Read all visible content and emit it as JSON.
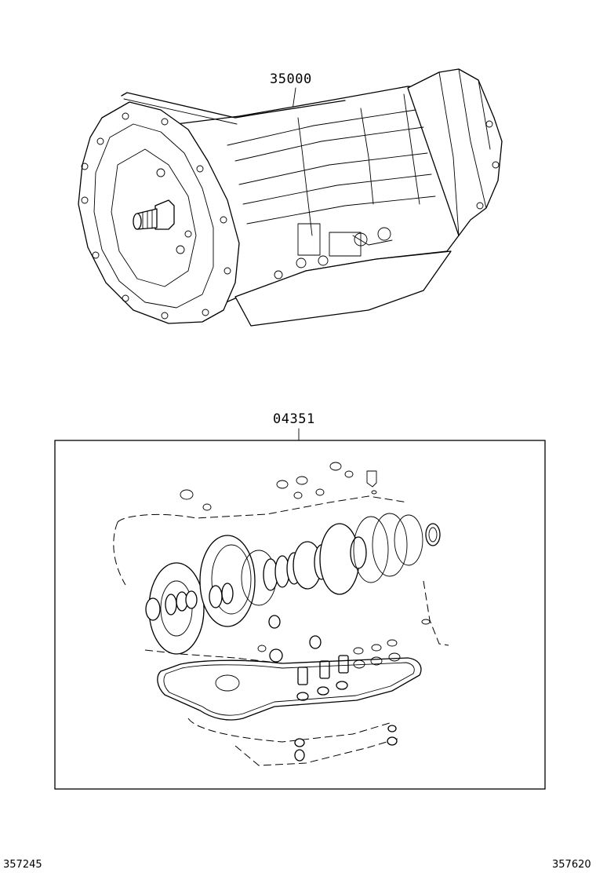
{
  "parts": {
    "transmission_assy": {
      "number": "35000"
    },
    "overhaul_gasket_kit": {
      "number": "04351"
    }
  },
  "footer": {
    "left_code": "357245",
    "right_code": "357620"
  }
}
